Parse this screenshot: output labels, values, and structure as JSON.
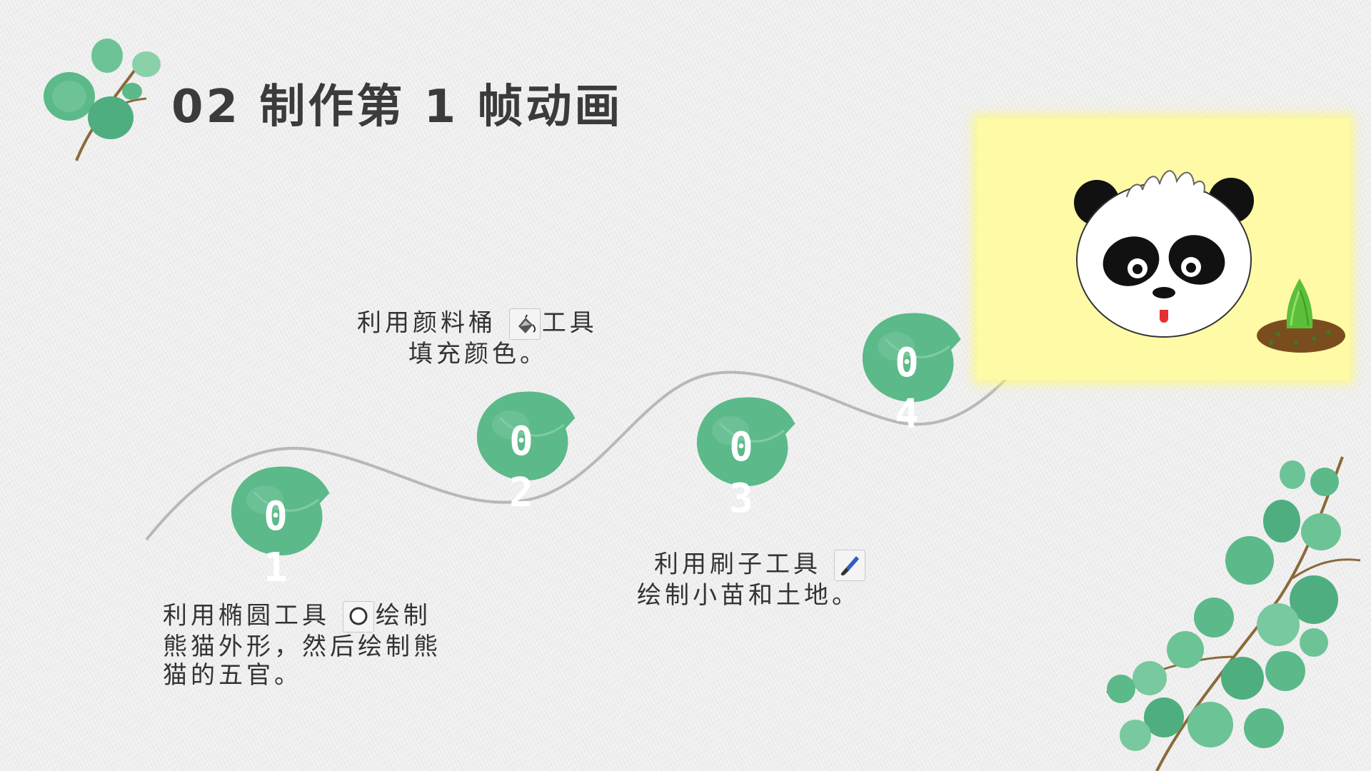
{
  "slide": {
    "title": "02 制作第 1 帧动画"
  },
  "steps": [
    {
      "number": "01",
      "lines": [
        "利用椭圆工具",
        "绘制",
        "熊猫外形，然后绘制熊",
        "猫的五官。"
      ],
      "icon": "ellipse-tool-icon"
    },
    {
      "number": "02",
      "lines": [
        "利用颜料桶",
        "工具",
        "填充颜色。"
      ],
      "icon": "paint-bucket-icon"
    },
    {
      "number": "03",
      "lines": [
        "利用刷子工具",
        "绘制小苗和土地。"
      ],
      "icon": "brush-tool-icon"
    },
    {
      "number": "04"
    }
  ],
  "colors": {
    "leaf": "#5cb98a",
    "leaf_dark": "#3f9c70",
    "title": "#3b3b3b",
    "text": "#333333",
    "panda_background": "#fffaa6",
    "curve": "#b8b8b8"
  },
  "decorations": [
    "eucalyptus-sprig-top-left",
    "eucalyptus-branch-bottom-right",
    "panda-illustration",
    "bamboo-shoot-illustration"
  ]
}
